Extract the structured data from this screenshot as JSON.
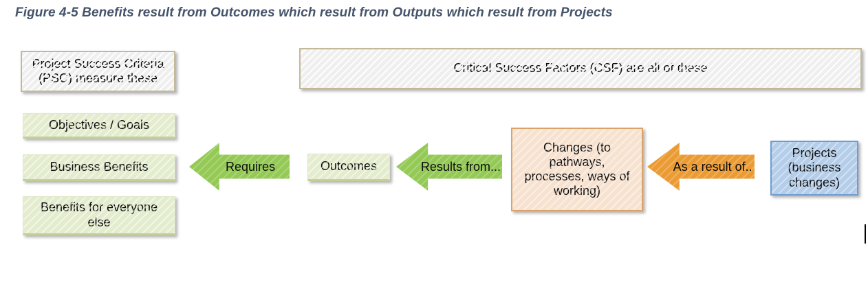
{
  "figure": {
    "caption": "Figure 4-5 Benefits result from Outcomes which result from Outputs which result from Projects",
    "caption_color": "#44546a"
  },
  "colors": {
    "gray_fill": "#efefef",
    "gray_border": "#c3b999",
    "green_fill": "#e3eccd",
    "green_border": "#c3d09a",
    "arrow_green": "#93c954",
    "arrow_orange": "#eb9b33",
    "peach_fill": "#f7e2d0",
    "peach_border": "#d9a36a",
    "blue_fill": "#b4cde9",
    "blue_border": "#6f9dd0",
    "text": "#0d0d0d"
  },
  "nodes": {
    "psc": {
      "label": "Project Success Criteria (PSC) measure these",
      "shape": "rectangle",
      "fill": "gray"
    },
    "csf": {
      "label": "Critical Success Factors (CSF) are all of these",
      "shape": "rectangle",
      "fill": "gray"
    },
    "objectives": {
      "label": "Objectives / Goals",
      "shape": "rectangle",
      "fill": "green"
    },
    "business_benefits": {
      "label": "Business Benefits",
      "shape": "rectangle",
      "fill": "green"
    },
    "benefits_everyone": {
      "label": "Benefits for everyone else",
      "shape": "rectangle",
      "fill": "green"
    },
    "outcomes": {
      "label": "Outcomes",
      "shape": "rectangle",
      "fill": "green"
    },
    "changes": {
      "label": "Changes (to pathways, processes, ways of working)",
      "shape": "rectangle",
      "fill": "peach"
    },
    "projects": {
      "label": "Projects (business changes)",
      "shape": "rectangle",
      "fill": "blue"
    }
  },
  "arrows": {
    "requires": {
      "label": "Requires",
      "direction": "left",
      "color": "green"
    },
    "results_from": {
      "label": "Results from...",
      "direction": "left",
      "color": "green"
    },
    "as_a_result_of": {
      "label": "As a result of..",
      "direction": "left",
      "color": "orange"
    }
  }
}
